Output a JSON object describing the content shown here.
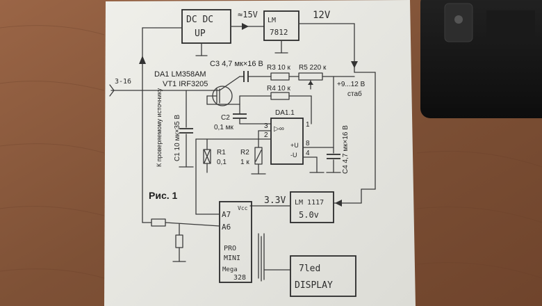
{
  "photo": {
    "colors": {
      "desk": "#8a5a3e",
      "paper": "#e9e9e4",
      "ink": "#2c2c2c",
      "phone": "#151515"
    },
    "schematic_labels": {
      "dcdc_line1": "DC DC",
      "dcdc_line2": "UP",
      "v15": "≈15V",
      "lm7812_line1": "LM",
      "lm7812_line2": "7812",
      "v12": "12V",
      "c3": "C3 4,7 мк×16 В",
      "da1": "DA1 LM358AM",
      "vt1": "VT1 IRF3205",
      "r3": "R3 10 к",
      "r5": "R5 220 к",
      "r4": "R4 10 к",
      "da11": "DA1.1",
      "c2_name": "C2",
      "c2_val": "0,1 мк",
      "r1_name": "R1",
      "r1_val": "0,1",
      "r2_name": "R2",
      "r2_val": "1 к",
      "c1": "C1 10 мк×35 В",
      "c4": "C4 4,7 мк×16 В",
      "side_note": "К проверяемому источнику",
      "stab_line1": "+9...12 В",
      "stab_line2": "стаб",
      "in_label": "3-16",
      "fig": "Рис. 1",
      "v33": "3.3V",
      "lm1117": "LM 1117",
      "v50": "5.0v",
      "a7": "A7",
      "a6": "A6",
      "vcc": "Vcc",
      "pro": "PRO",
      "mini": "MINI",
      "mega": "Mega",
      "n328": "328",
      "led": "7led",
      "display": "DISPLAY",
      "pin3": "3",
      "pin2": "2",
      "pin1": "1",
      "pin8": "8",
      "pin4": "4",
      "pin_inf": "▷∞",
      "pin_plusu": "+U",
      "pin_minusu": "-U"
    }
  }
}
